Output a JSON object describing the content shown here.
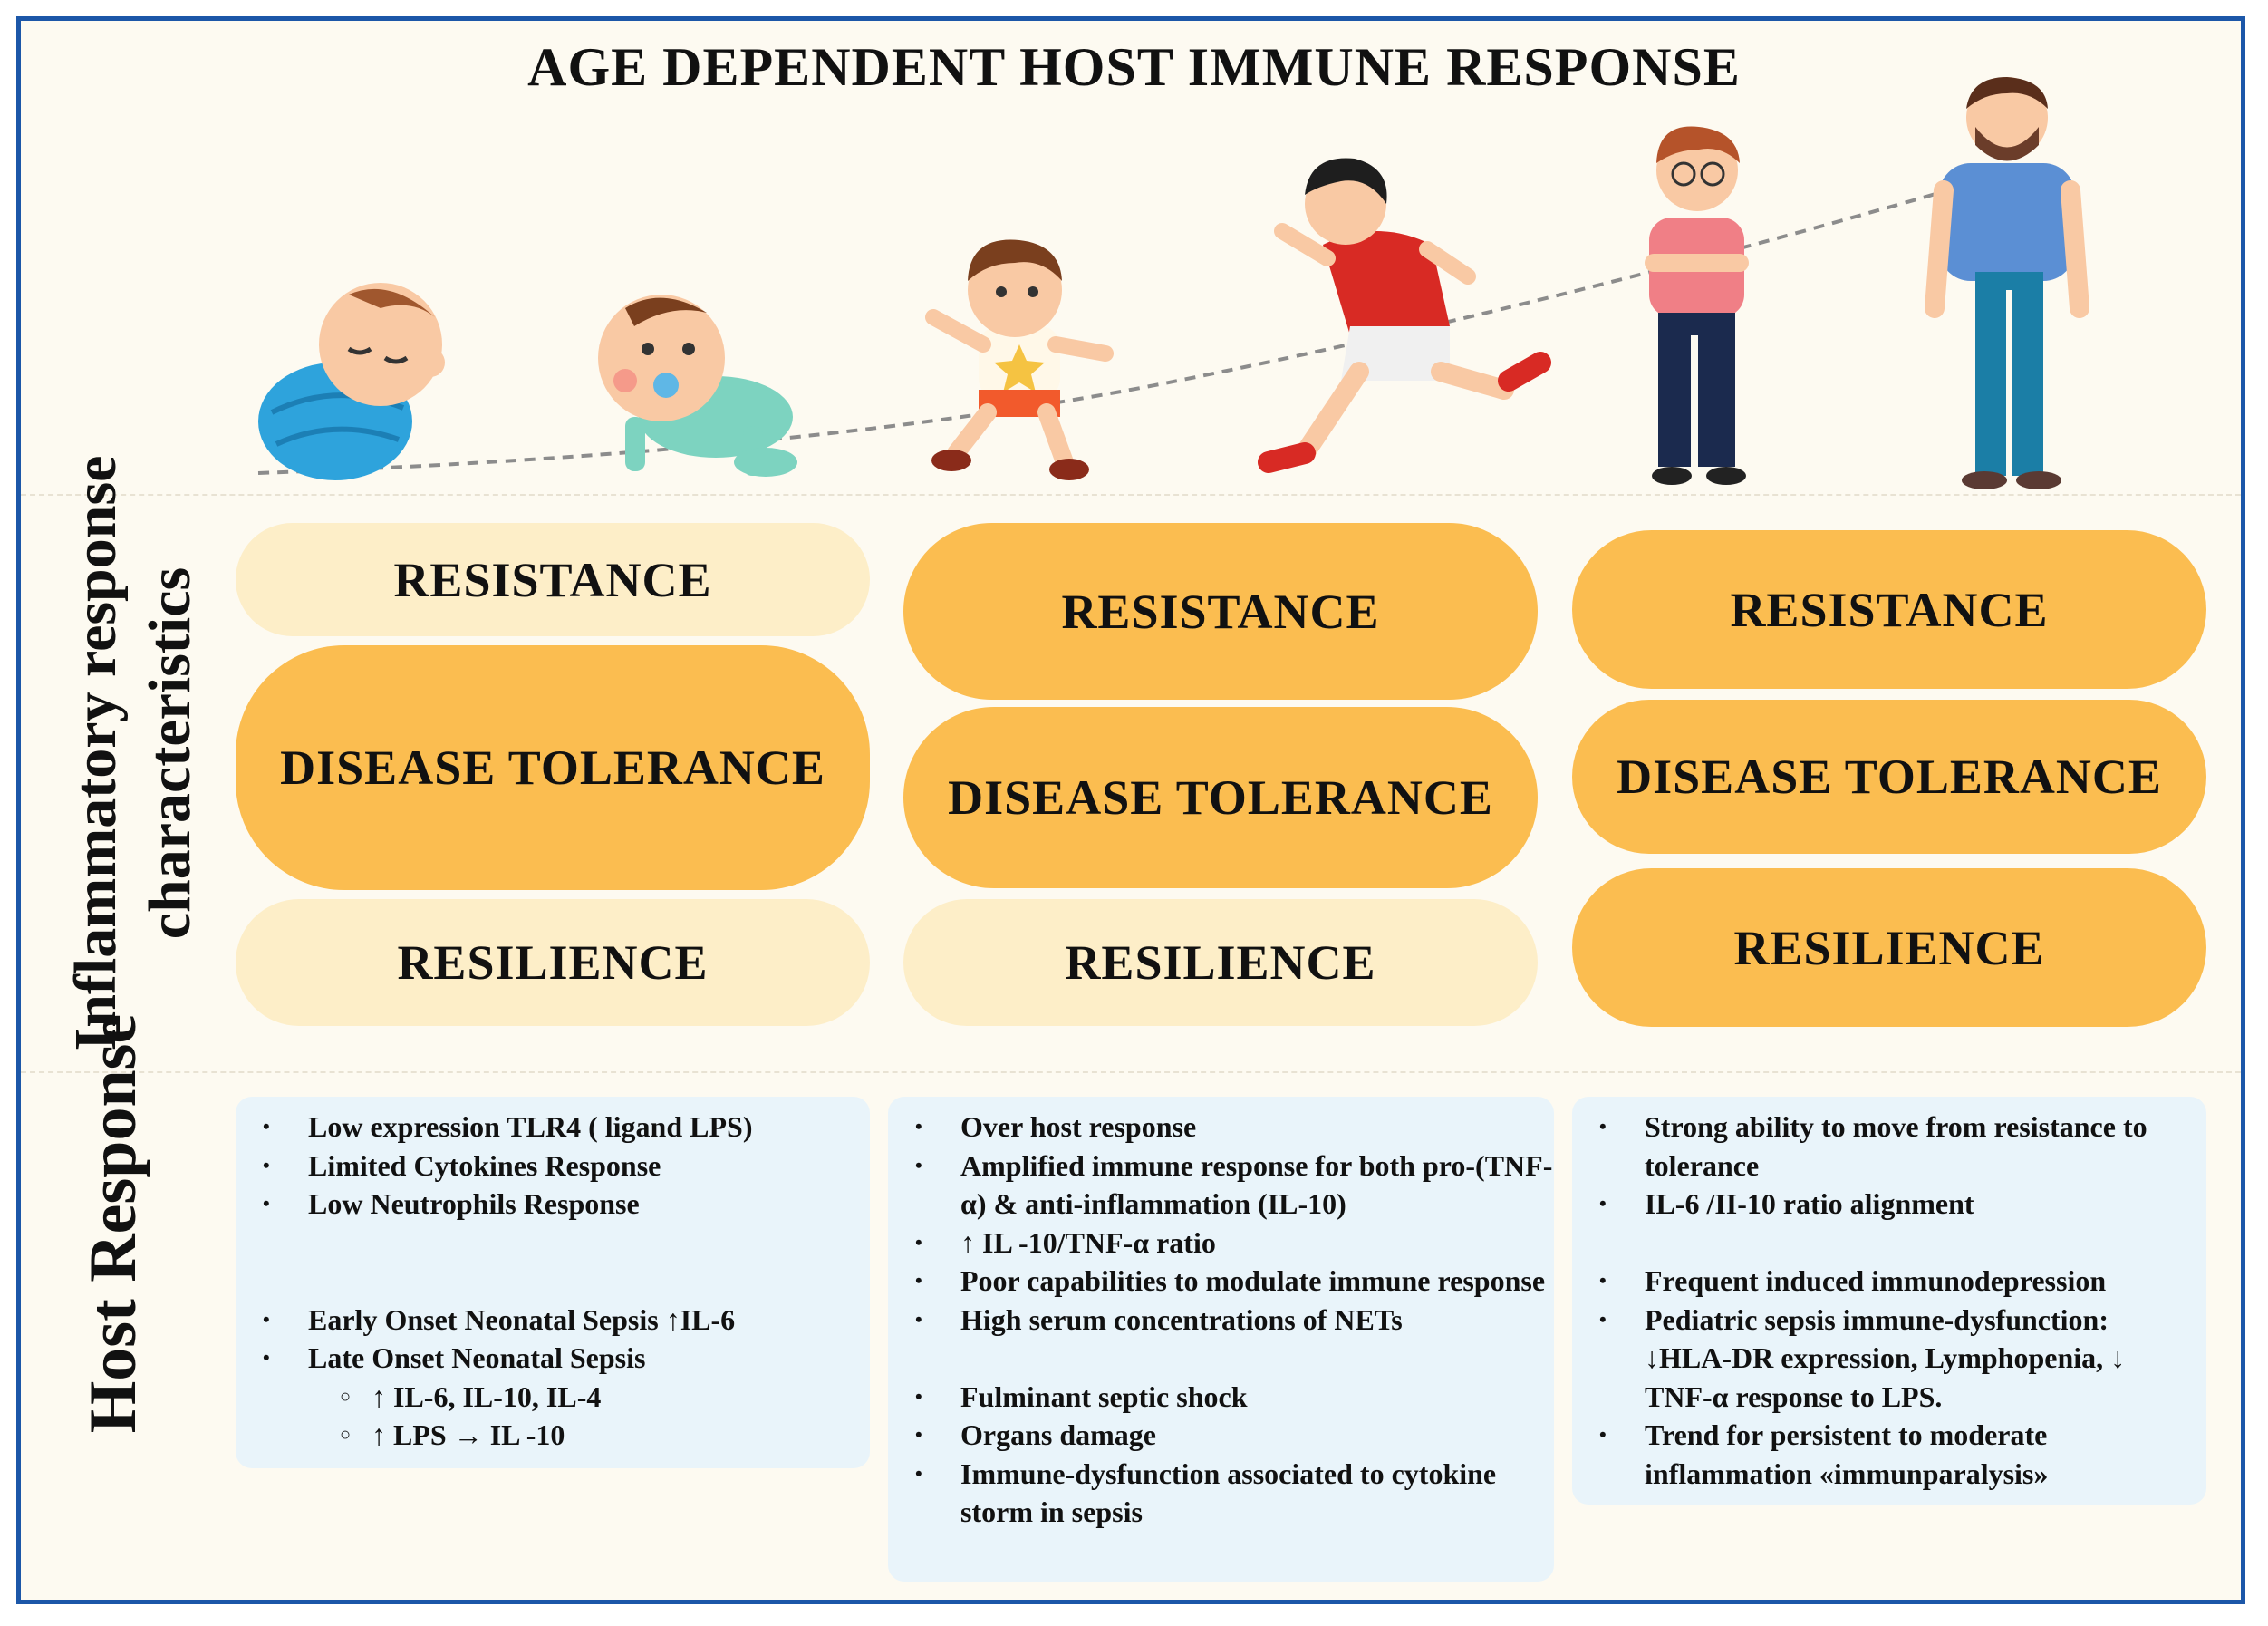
{
  "title": "AGE DEPENDENT HOST IMMUNE RESPONSE",
  "row_labels": {
    "characteristics": [
      "Inflammatory response",
      "characteristics"
    ],
    "host": "Host Response"
  },
  "colors": {
    "frame": "#1c57a8",
    "pill_light": "#fdeec8",
    "pill_dark": "#fbbd50",
    "box": "#e9f4fa",
    "background": "#fdfaf1"
  },
  "figures": [
    "swaddled-newborn",
    "crawling-baby",
    "walking-toddler",
    "running-child",
    "adolescent",
    "adult-man"
  ],
  "columns": [
    {
      "pills": [
        {
          "label": "RESISTANCE",
          "shade": "light"
        },
        {
          "label": "DISEASE TOLERANCE",
          "shade": "dark"
        },
        {
          "label": "RESILIENCE",
          "shade": "light"
        }
      ],
      "items": [
        {
          "text": "Low expression TLR4 ( ligand LPS)",
          "level": 1
        },
        {
          "text": "Limited Cytokines Response",
          "level": 1
        },
        {
          "text": "Low Neutrophils Response",
          "level": 1
        },
        {
          "text": "",
          "level": 0
        },
        {
          "text": "",
          "level": 0
        },
        {
          "text": "Early Onset Neonatal Sepsis ↑IL-6",
          "level": 1
        },
        {
          "text": "Late Onset Neonatal Sepsis",
          "level": 1
        },
        {
          "text": "↑ IL-6, IL-10, IL-4",
          "level": 2
        },
        {
          "text": "↑ LPS → IL -10",
          "level": 2
        }
      ]
    },
    {
      "pills": [
        {
          "label": "RESISTANCE",
          "shade": "dark"
        },
        {
          "label": "DISEASE TOLERANCE",
          "shade": "dark"
        },
        {
          "label": "RESILIENCE",
          "shade": "light"
        }
      ],
      "items": [
        {
          "text": "Over host response",
          "level": 1
        },
        {
          "text": "Amplified immune response for both pro-(TNF-α) & anti-inflammation (IL-10)",
          "level": 1
        },
        {
          "text": "↑ IL -10/TNF-α ratio",
          "level": 1
        },
        {
          "text": "Poor capabilities to modulate immune response",
          "level": 1
        },
        {
          "text": "High serum concentrations of NETs",
          "level": 1
        },
        {
          "text": "",
          "level": 0
        },
        {
          "text": "Fulminant septic shock",
          "level": 1
        },
        {
          "text": "Organs damage",
          "level": 1
        },
        {
          "text": "Immune-dysfunction associated to cytokine storm in sepsis",
          "level": 1
        }
      ]
    },
    {
      "pills": [
        {
          "label": "RESISTANCE",
          "shade": "dark"
        },
        {
          "label": "DISEASE TOLERANCE",
          "shade": "dark"
        },
        {
          "label": "RESILIENCE",
          "shade": "dark"
        }
      ],
      "items": [
        {
          "text": "Strong ability to move from resistance to tolerance",
          "level": 1
        },
        {
          "text": "IL-6 /II-10 ratio alignment",
          "level": 1
        },
        {
          "text": "",
          "level": 0
        },
        {
          "text": "Frequent induced immunodepression",
          "level": 1
        },
        {
          "text": "Pediatric sepsis immune-dysfunction: ↓HLA-DR expression, Lymphopenia, ↓ TNF-α response to LPS.",
          "level": 1
        },
        {
          "text": "Trend for persistent to moderate inflammation «immunparalysis»",
          "level": 1
        }
      ]
    }
  ]
}
